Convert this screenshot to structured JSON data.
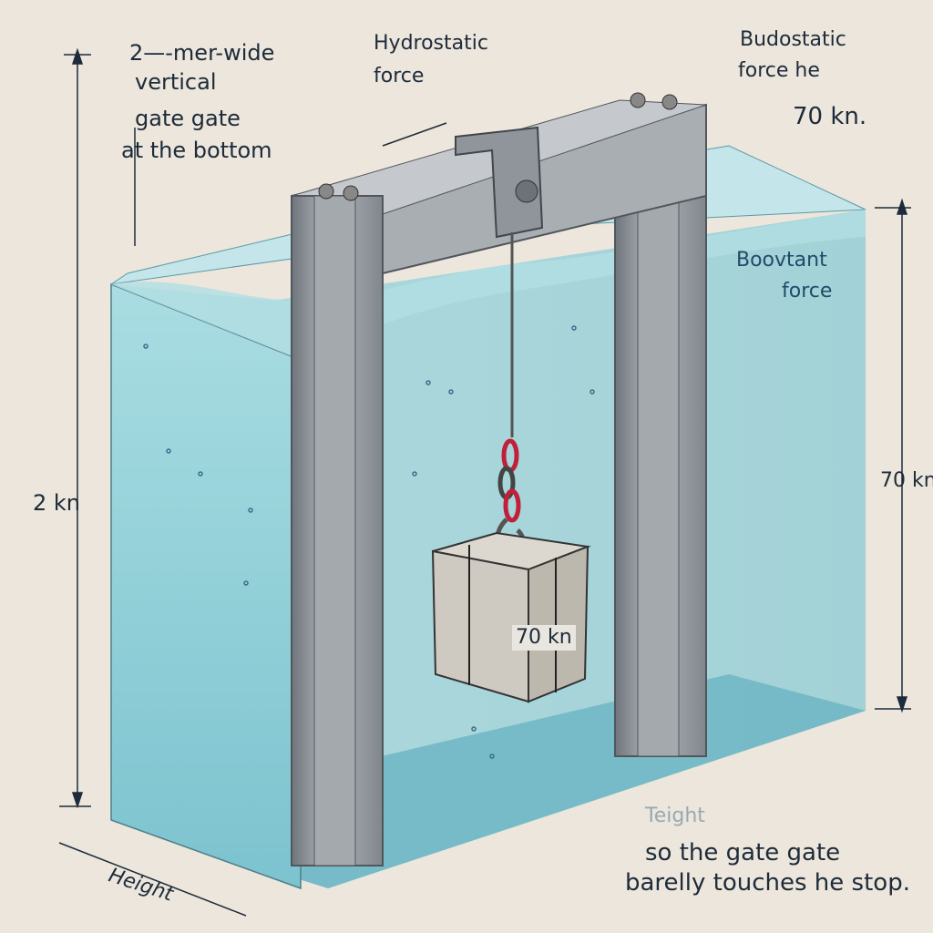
{
  "labels": {
    "gate_desc": [
      "2—-mer-wide",
      "vertical",
      "gate gate",
      "at the bottom"
    ],
    "hydrostatic": [
      "Hydrostatic",
      "force"
    ],
    "budostatic": [
      "Budostatic",
      "force he",
      "70 kn."
    ],
    "buoyant": [
      "Boovtant",
      "force"
    ],
    "right_dim": "70 kn",
    "left_dim": "2 kn",
    "block_label": "70 kn",
    "height_left": "Height",
    "teight": "Teight",
    "note": [
      "so the gate gate",
      "barelly touches he stop."
    ]
  },
  "colors": {
    "background": "#ece6dc",
    "water": "#9fd3da",
    "water_dark": "#6fb6c4",
    "steel": "#9aa0a6",
    "chain": "#c0203a",
    "ink": "#1d2b3a"
  }
}
